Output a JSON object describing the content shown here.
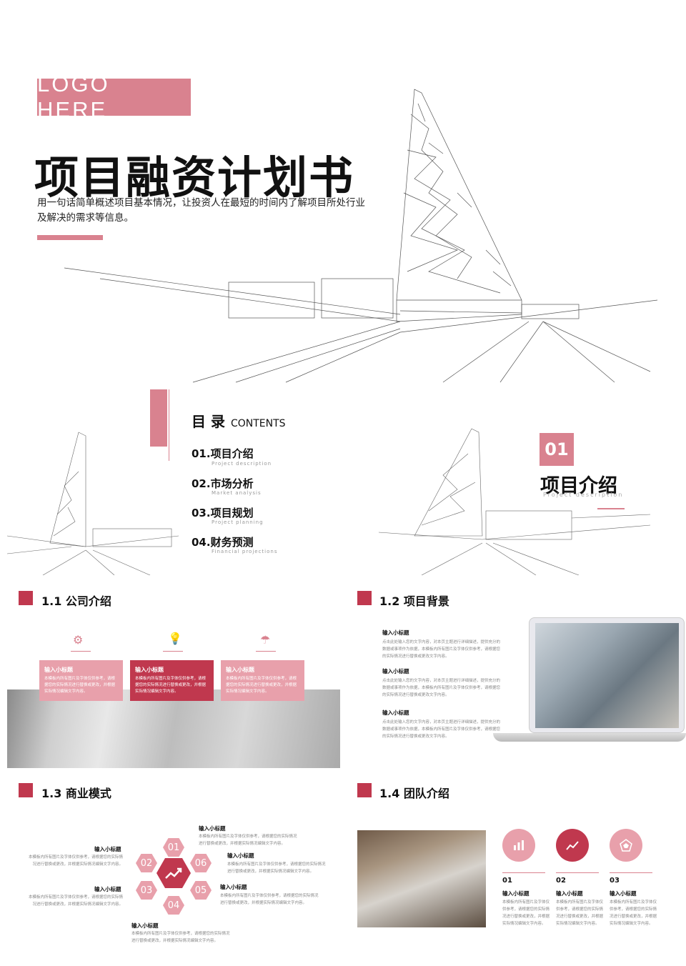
{
  "cover": {
    "logo": "LOGO  HERE",
    "title": "项目融资计划书",
    "subtitle": "用一句话简单概述项目基本情况，让投资人在最短的时间内了解项目所处行业及解决的需求等信息。"
  },
  "toc": {
    "title": "目 录",
    "title_en": "CONTENTS",
    "items": [
      {
        "label": "01.项目介绍",
        "sub": "Project description"
      },
      {
        "label": "02.市场分析",
        "sub": "Market analysis"
      },
      {
        "label": "03.项目规划",
        "sub": "Project planning"
      },
      {
        "label": "04.财务预测",
        "sub": "Financial projections"
      }
    ]
  },
  "section": {
    "number": "01",
    "title": "项目介绍",
    "subtitle": "Project description"
  },
  "s11": {
    "heading": "1.1 公司介绍",
    "cards": [
      {
        "title": "输入小标题",
        "text": "本模板内所有图片及字体仅供参考，请根据您的实际情况进行替换或更改，并根据实际情况编辑文字内容。"
      },
      {
        "title": "输入小标题",
        "text": "本模板内所有图片及字体仅供参考，请根据您的实际情况进行替换或更改，并根据实际情况编辑文字内容。"
      },
      {
        "title": "输入小标题",
        "text": "本模板内所有图片及字体仅供参考，请根据您的实际情况进行替换或更改，并根据实际情况编辑文字内容。"
      }
    ]
  },
  "s12": {
    "heading": "1.2 项目背景",
    "items": [
      {
        "title": "输入小标题",
        "text": "点击此处输入您的文字内容，对本页主题进行详细描述，提供充分的数据或事项作为依据，本模板内所有图片及字体仅供参考，请根据您的实际情况进行替换或更改文字内容。"
      },
      {
        "title": "输入小标题",
        "text": "点击此处输入您的文字内容，对本页主题进行详细描述，提供充分的数据或事项作为依据，本模板内所有图片及字体仅供参考，请根据您的实际情况进行替换或更改文字内容。"
      },
      {
        "title": "输入小标题",
        "text": "点击此处输入您的文字内容，对本页主题进行详细描述，提供充分的数据或事项作为依据，本模板内所有图片及字体仅供参考，请根据您的实际情况进行替换或更改文字内容。"
      }
    ]
  },
  "s13": {
    "heading": "1.3 商业模式",
    "hex": [
      "01",
      "02",
      "03",
      "04",
      "05",
      "06"
    ],
    "blocks": [
      {
        "title": "输入小标题",
        "text": "本模板内所有图片及字体仅供参考，请根据您的实际情况进行替换或更改，并根据实际情况编辑文字内容。"
      },
      {
        "title": "输入小标题",
        "text": "本模板内所有图片及字体仅供参考，请根据您的实际情况进行替换或更改，并根据实际情况编辑文字内容。"
      },
      {
        "title": "输入小标题",
        "text": "本模板内所有图片及字体仅供参考，请根据您的实际情况进行替换或更改，并根据实际情况编辑文字内容。"
      },
      {
        "title": "输入小标题",
        "text": "本模板内所有图片及字体仅供参考，请根据您的实际情况进行替换或更改，并根据实际情况编辑文字内容。"
      },
      {
        "title": "输入小标题",
        "text": "本模板内所有图片及字体仅供参考，请根据您的实际情况进行替换或更改，并根据实际情况编辑文字内容。"
      },
      {
        "title": "输入小标题",
        "text": "本模板内所有图片及字体仅供参考，请根据您的实际情况进行替换或更改，并根据实际情况编辑文字内容。"
      }
    ]
  },
  "s14": {
    "heading": "1.4 团队介绍",
    "members": [
      {
        "num": "01",
        "title": "输入小标题",
        "text": "本模板内所有图片及字体仅供参考，请根据您的实际情况进行替换或更改，并根据实际情况编辑文字内容。"
      },
      {
        "num": "02",
        "title": "输入小标题",
        "text": "本模板内所有图片及字体仅供参考，请根据您的实际情况进行替换或更改，并根据实际情况编辑文字内容。"
      },
      {
        "num": "03",
        "title": "输入小标题",
        "text": "本模板内所有图片及字体仅供参考，请根据您的实际情况进行替换或更改，并根据实际情况编辑文字内容。"
      }
    ]
  },
  "colors": {
    "accent": "#d9828f",
    "accent_dark": "#c0384e",
    "accent_light": "#e8a0ab"
  }
}
